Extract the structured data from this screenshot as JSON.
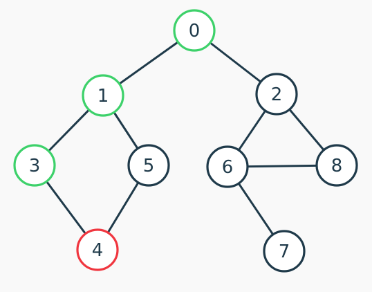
{
  "graph": {
    "colors": {
      "default": "#1f3a4a",
      "visited": "#3dd16a",
      "current": "#f0363f",
      "fill": "#ffffff"
    },
    "nodes": [
      {
        "id": "0",
        "label": "0",
        "state": "visited"
      },
      {
        "id": "1",
        "label": "1",
        "state": "visited"
      },
      {
        "id": "2",
        "label": "2",
        "state": "default"
      },
      {
        "id": "3",
        "label": "3",
        "state": "visited"
      },
      {
        "id": "4",
        "label": "4",
        "state": "current"
      },
      {
        "id": "5",
        "label": "5",
        "state": "default"
      },
      {
        "id": "6",
        "label": "6",
        "state": "default"
      },
      {
        "id": "7",
        "label": "7",
        "state": "default"
      },
      {
        "id": "8",
        "label": "8",
        "state": "default"
      }
    ],
    "edges": [
      [
        "0",
        "1"
      ],
      [
        "0",
        "2"
      ],
      [
        "1",
        "3"
      ],
      [
        "1",
        "5"
      ],
      [
        "3",
        "4"
      ],
      [
        "5",
        "4"
      ],
      [
        "2",
        "6"
      ],
      [
        "2",
        "8"
      ],
      [
        "6",
        "8"
      ],
      [
        "6",
        "7"
      ]
    ]
  }
}
